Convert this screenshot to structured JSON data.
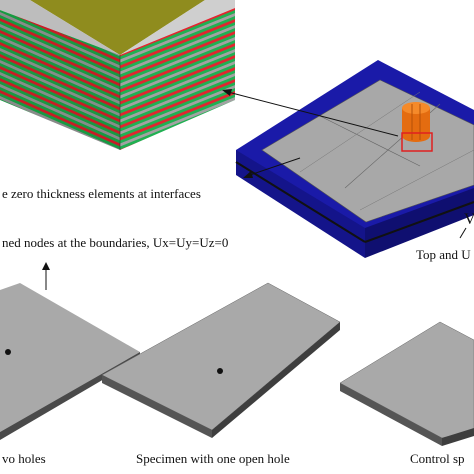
{
  "labels": {
    "interface_elements": "e zero thickness elements at interfaces",
    "boundary_nodes": "ned nodes at the boundaries, Ux=Uy=Uz=0",
    "top_bottom": "Top and U",
    "v_label": "V",
    "specimen_two_holes": "vo holes",
    "specimen_one_hole": "Specimen with one open hole",
    "control_specimen": "Control sp"
  },
  "colors": {
    "background": "#ffffff",
    "ply_red": "#d6202a",
    "ply_green": "#1aa64a",
    "ply_blue": "#2048c8",
    "ply_grey": "#9a9a9a",
    "impactor_olive": "#8f8c1e",
    "frame_blue": "#1a1aa8",
    "plate_grey": "#a8a8a8",
    "impactor_orange": "#f07818",
    "highlight_red": "#e02020"
  }
}
